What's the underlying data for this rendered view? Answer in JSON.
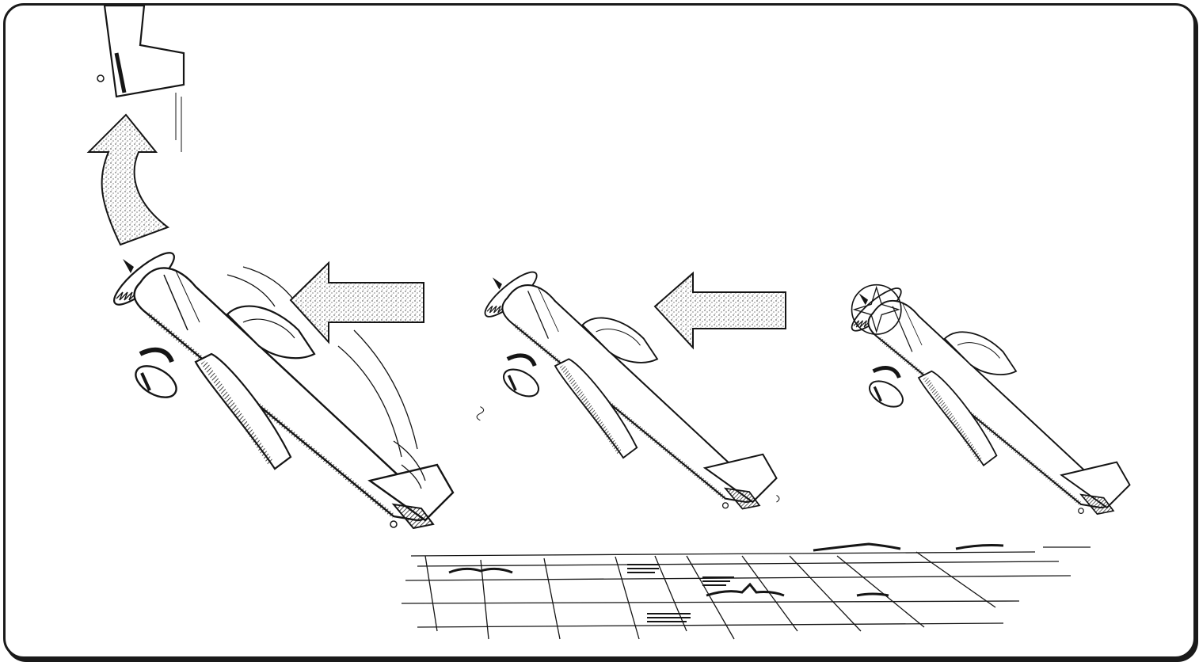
{
  "illustration": {
    "colors": {
      "ink": "#151515",
      "paper": "#ffffff",
      "stipple": "#444444"
    },
    "planes": [
      {
        "name": "airplane-stage-right",
        "icon": "airplane-icon"
      },
      {
        "name": "airplane-stage-middle",
        "icon": "airplane-icon"
      },
      {
        "name": "airplane-stage-left",
        "icon": "airplane-icon"
      }
    ],
    "arrows": [
      {
        "name": "arrow-right-to-middle",
        "icon": "arrow-left-icon"
      },
      {
        "name": "arrow-middle-to-left",
        "icon": "arrow-left-icon"
      },
      {
        "name": "arrow-curved-up",
        "icon": "arrow-up-curved-icon"
      }
    ],
    "insets": [
      {
        "name": "rudder-elevator-detail",
        "icon": "tail-control-icon"
      }
    ],
    "ground": {
      "name": "ground-field-grid",
      "icon": "field-grid-icon"
    }
  }
}
